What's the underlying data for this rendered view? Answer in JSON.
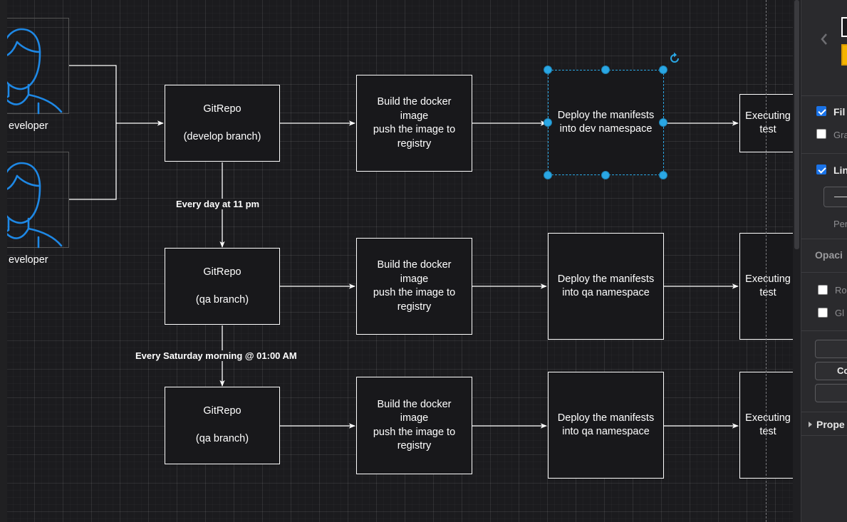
{
  "canvas": {
    "actors": [
      {
        "label": "eveloper"
      },
      {
        "label": "eveloper"
      }
    ],
    "rows": [
      {
        "source": "GitRepo\n\n(develop branch)",
        "build": "Build the docker\nimage\npush the image to\nregistry",
        "deploy": "Deploy the manifests\ninto dev namespace",
        "exec": "Executing\ntest",
        "selected": true
      },
      {
        "source": "GitRepo\n\n(qa branch)",
        "build": "Build the docker\nimage\npush the image to\nregistry",
        "deploy": "Deploy the manifests\ninto qa namespace",
        "exec": "Executing\ntest",
        "selected": false
      },
      {
        "source": "GitRepo\n\n(qa branch)",
        "build": "Build the docker\nimage\npush the image to\nregistry",
        "deploy": "Deploy the manifests\ninto qa namespace",
        "exec": "Executing\ntest",
        "selected": false
      }
    ],
    "edge_labels": [
      "Every day at 11 pm",
      "Every Saturday morning @ 01:00 AM"
    ]
  },
  "panel": {
    "fill": {
      "label": "Fil",
      "checked": true
    },
    "gradient": {
      "label": "Gra",
      "checked": false
    },
    "line": {
      "label": "Lin",
      "checked": true
    },
    "perimeter": {
      "label": "Per"
    },
    "opacity": {
      "label": "Opaci"
    },
    "rounded": {
      "label": "Ro",
      "checked": false
    },
    "glass": {
      "label": "Gl",
      "checked": false
    },
    "copy_button": {
      "label": "Co"
    },
    "properties": {
      "label": "Prope"
    },
    "fill_swatch": "#f4b400"
  },
  "colors": {
    "accent": "#2aa7e4",
    "canvas": "#1b1b1e"
  }
}
